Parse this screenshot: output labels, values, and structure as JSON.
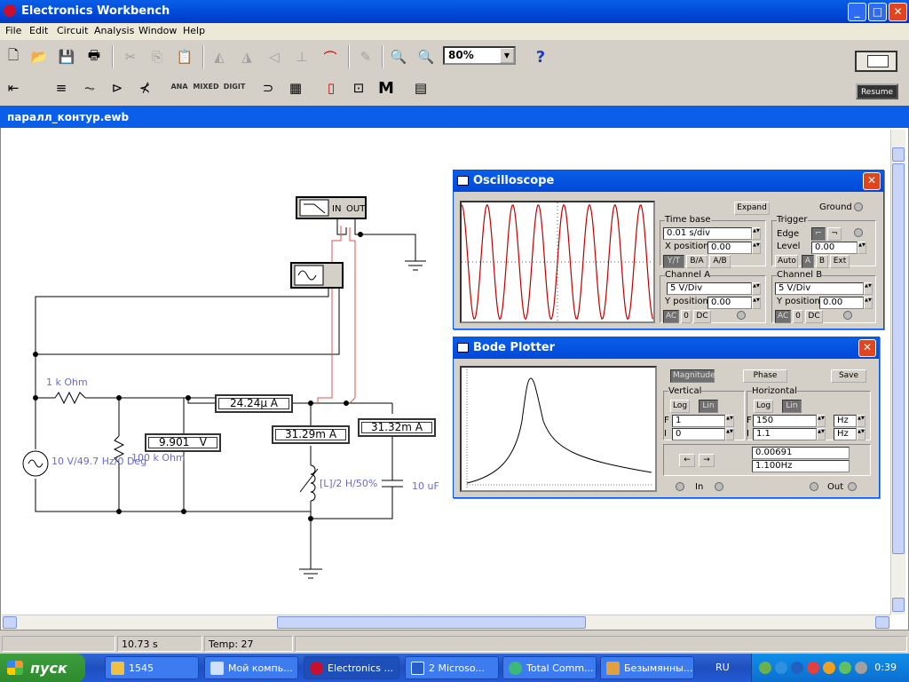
{
  "app": {
    "title": "Electronics Workbench"
  },
  "window_buttons": [
    "_",
    "□",
    "✕"
  ],
  "menu": [
    "File",
    "Edit",
    "Circuit",
    "Analysis",
    "Window",
    "Help"
  ],
  "toolbar": {
    "zoom": "80%",
    "resume": "Resume"
  },
  "parts_bins": [
    "ANA",
    "MIXED",
    "DIGIT"
  ],
  "document": {
    "title": "паралл_контур.ewb"
  },
  "circuit": {
    "resistor1": "1 k Ohm",
    "source": "10 V/49.7 Hz/0 Deg",
    "resistor2": "100 k Ohm",
    "inductor": "[L]/2 H/50%",
    "capacitor": "10 uF",
    "bode_in": "IN",
    "bode_out": "OUT"
  },
  "meters": {
    "voltmeter": {
      "value": "9.901",
      "unit": "V"
    },
    "ammeter_top": {
      "value": "24.24μ",
      "unit": "A"
    },
    "ammeter_l": {
      "value": "31.29m",
      "unit": "A"
    },
    "ammeter_c": {
      "value": "31.32m",
      "unit": "A"
    }
  },
  "oscilloscope": {
    "title": "Oscilloscope",
    "expand": "Expand",
    "ground": "Ground",
    "timebase": {
      "label": "Time base",
      "value": "0.01 s/div",
      "xpos_label": "X position",
      "xpos": "0.00",
      "modes": [
        "Y/T",
        "B/A",
        "A/B"
      ]
    },
    "trigger": {
      "label": "Trigger",
      "edge": "Edge",
      "level_label": "Level",
      "level": "0.00",
      "sources": [
        "Auto",
        "A",
        "B",
        "Ext"
      ]
    },
    "chA": {
      "label": "Channel A",
      "value": "5 V/Div",
      "ypos_label": "Y position",
      "ypos": "0.00",
      "coupling": [
        "AC",
        "0",
        "DC"
      ]
    },
    "chB": {
      "label": "Channel B",
      "value": "5 V/Div",
      "ypos_label": "Y position",
      "ypos": "0.00",
      "coupling": [
        "AC",
        "0",
        "DC"
      ]
    },
    "wave": {
      "cycles": 7.5,
      "color": "#c00000",
      "amplitude_fraction": 0.48
    }
  },
  "bode": {
    "title": "Bode Plotter",
    "magnitude": "Magnitude",
    "phase": "Phase",
    "save": "Save",
    "vertical": {
      "label": "Vertical",
      "log": "Log",
      "lin": "Lin",
      "F_label": "F",
      "F": "1",
      "I_label": "I",
      "I": "0"
    },
    "horizontal": {
      "label": "Horizontal",
      "log": "Log",
      "lin": "Lin",
      "F_label": "F",
      "F": "150",
      "F_unit": "Hz",
      "I_label": "I",
      "I": "1.1",
      "I_unit": "Hz"
    },
    "readout1": "0.00691",
    "readout2": "1.100Hz",
    "in": "In",
    "out": "Out",
    "arrows": [
      "←",
      "→"
    ]
  },
  "status": {
    "time": "10.73 s",
    "temp_label": "Temp:",
    "temp": "27"
  },
  "taskbar": {
    "start": "пуск",
    "tasks": [
      "1545",
      "Мой компь...",
      "Electronics ...",
      "2 Microso...",
      "Total Comm...",
      "Безымянны..."
    ],
    "lang": "RU",
    "clock": "0:39"
  }
}
